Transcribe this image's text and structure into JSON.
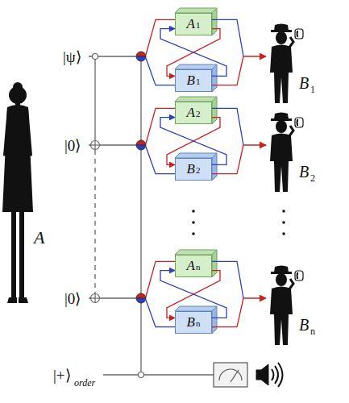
{
  "diagram": {
    "nodes": [
      {
        "text": [
          "A",
          "1"
        ]
      },
      {
        "text": [
          "B",
          "1"
        ]
      },
      {
        "text": [
          "A",
          "2"
        ]
      },
      {
        "text": [
          "B",
          "2"
        ]
      },
      {
        "text": [
          "A",
          "n"
        ]
      },
      {
        "text": [
          "B",
          "n"
        ]
      }
    ],
    "edges": [
      {
        "from": 0,
        "to": 1,
        "arrow": "to"
      },
      {
        "from": 1,
        "to": 0,
        "arrow": "to"
      },
      {
        "from": 2,
        "to": 3,
        "arrow": "to"
      },
      {
        "from": 3,
        "to": 2,
        "arrow": "to"
      },
      {
        "from": 4,
        "to": 5,
        "arrow": "to"
      },
      {
        "from": 5,
        "to": 4,
        "arrow": "to"
      }
    ],
    "labels": [
      "A",
      "|ψ⟩",
      "|0⟩",
      "|0⟩",
      "|+⟩",
      "order",
      "B",
      "1",
      "B",
      "2",
      "B",
      "n"
    ]
  }
}
